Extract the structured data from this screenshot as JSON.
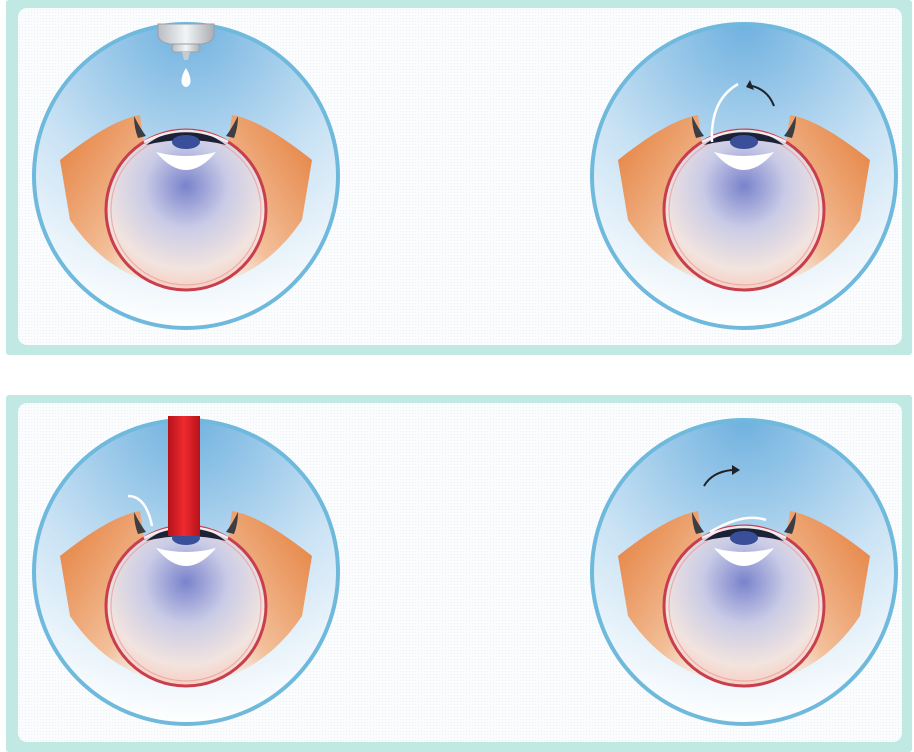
{
  "colors": {
    "panel_frame": "#bfe9e2",
    "circle_border": "#6fb9dd",
    "sky_top": "#6fb1df",
    "cheek": "#e47d3a",
    "eyeball_rim": "#c93e4c",
    "iris": "#4d63b4",
    "laser": "#e21a22"
  },
  "steps": [
    {
      "id": "anesthetic-drop",
      "tool": "eye-drop-dispenser-icon"
    },
    {
      "id": "flap-lifted",
      "tool": "curved-arrow-left-icon"
    },
    {
      "id": "laser-reshaping",
      "tool": "laser-beam-icon"
    },
    {
      "id": "flap-replaced",
      "tool": "curved-arrow-right-icon"
    }
  ]
}
